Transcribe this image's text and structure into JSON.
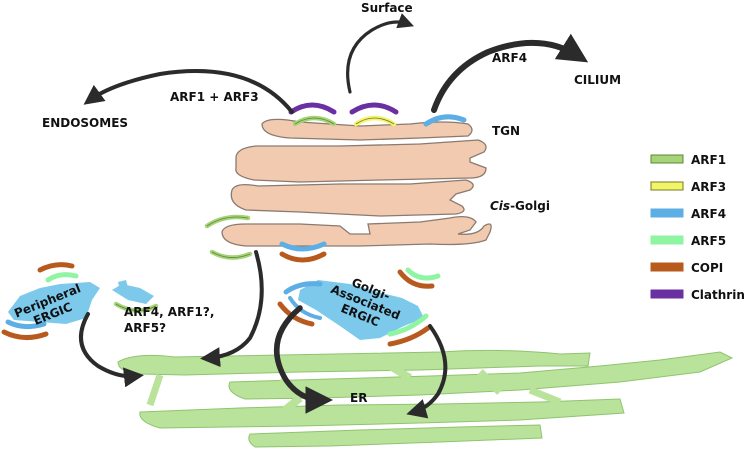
{
  "labels": {
    "surface": "Surface",
    "arf4_top": "ARF4",
    "cilium": "CILIUM",
    "arf1_arf3": "ARF1 + ARF3",
    "endosomes": "ENDOSOMES",
    "tgn": "TGN",
    "cis_italic": "Cis",
    "cis_rest": "-Golgi",
    "peripheral_line1": "Peripheral",
    "peripheral_line2": "ERGIC",
    "arf_question_line1": "ARF4, ARF1?,",
    "arf_question_line2": "ARF5?",
    "golgi_assoc_line1": "Golgi-",
    "golgi_assoc_line2": "Associated",
    "golgi_assoc_line3": "ERGIC",
    "er": "ER"
  },
  "legend": [
    {
      "label": "ARF1",
      "color": "#a6d27a",
      "stroke": "#5a8a2c"
    },
    {
      "label": "ARF3",
      "color": "#f1f56a",
      "stroke": "#7a7a1c"
    },
    {
      "label": "ARF4",
      "color": "#5eaee6",
      "stroke": "#5eaee6"
    },
    {
      "label": "ARF5",
      "color": "#8ff5a2",
      "stroke": "#8ff5a2"
    },
    {
      "label": "COPI",
      "color": "#b85a1e",
      "stroke": "#b85a1e"
    },
    {
      "label": "Clathrin",
      "color": "#6a2fa0",
      "stroke": "#6a2fa0"
    }
  ],
  "colors": {
    "golgi_fill": "#f2cab0",
    "golgi_stroke": "#8a7a70",
    "er_fill": "#b9e29a",
    "ergic_fill": "#7cc9ec",
    "arrow": "#2b2b2b"
  }
}
